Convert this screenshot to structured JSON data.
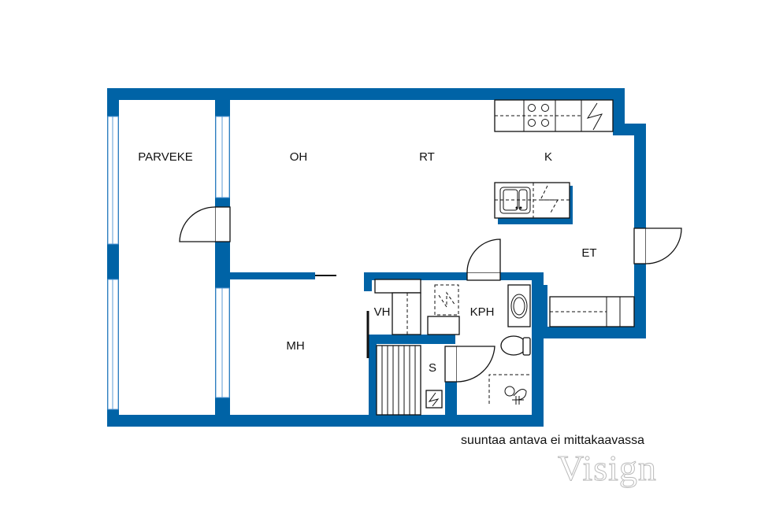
{
  "rooms": {
    "parveke": "PARVEKE",
    "oh": "OH",
    "rt": "RT",
    "k": "K",
    "et": "ET",
    "mh": "MH",
    "vh": "VH",
    "kph": "KPH",
    "s": "S"
  },
  "note": "suuntaa antava ei mittakaavassa",
  "logo": "Visign",
  "colors": {
    "wall": "#0063a6",
    "line": "#111111"
  }
}
